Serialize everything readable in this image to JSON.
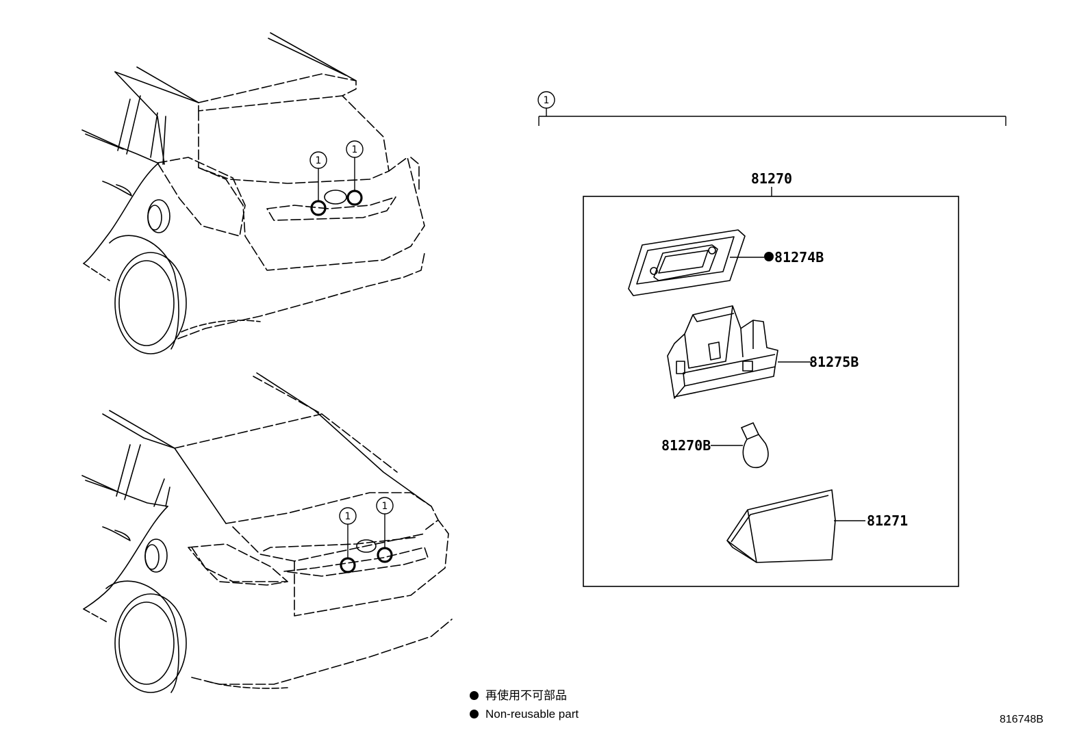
{
  "callout": "1",
  "assembly": {
    "part_no": "81270"
  },
  "parts": [
    {
      "part_no": "81274B",
      "non_reusable": true
    },
    {
      "part_no": "81275B",
      "non_reusable": false
    },
    {
      "part_no": "81270B",
      "non_reusable": false
    },
    {
      "part_no": "81271",
      "non_reusable": false
    }
  ],
  "legend": {
    "symbol_icon": "filled-circle",
    "ja": "再使用不可部品",
    "en": "Non-reusable part"
  },
  "figure_id": "816748B"
}
